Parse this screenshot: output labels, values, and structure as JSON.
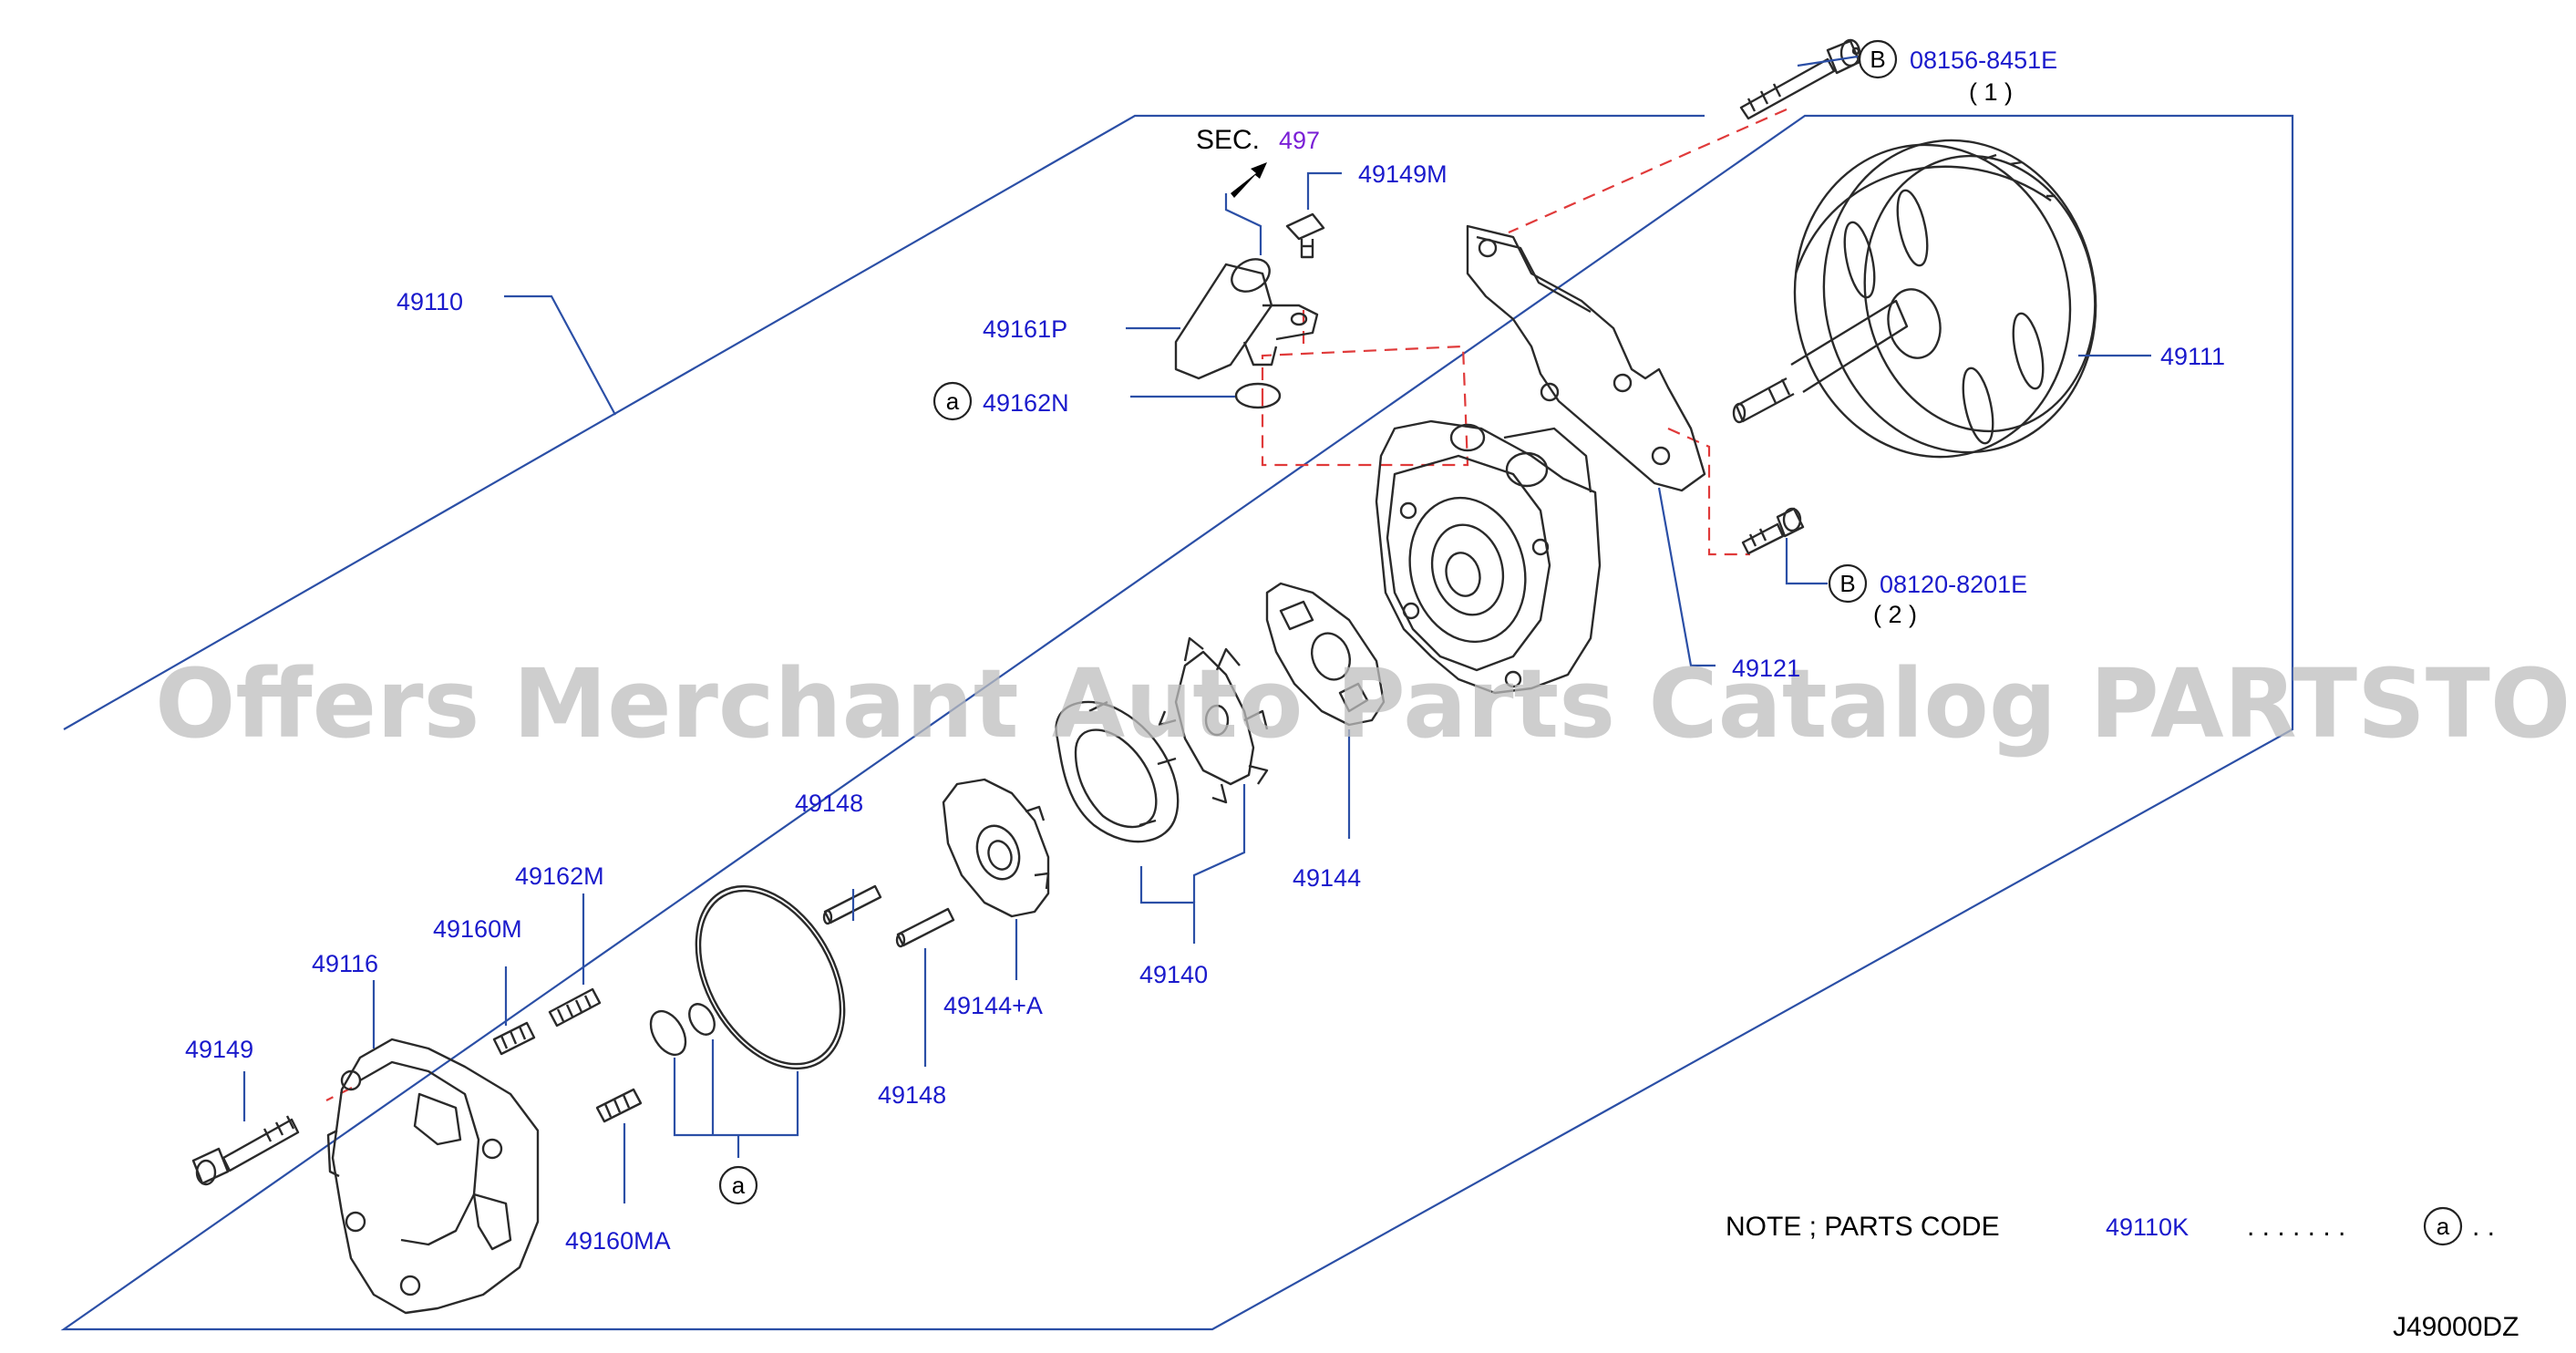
{
  "sec_label": "SEC.",
  "sec_number": "497",
  "labels": {
    "p49110": "49110",
    "p49161P": "49161P",
    "p49162N": "49162N",
    "p49149M": "49149M",
    "p49111": "49111",
    "p49121": "49121",
    "p49144": "49144",
    "p49148_top": "49148",
    "p49148_bottom": "49148",
    "p49140": "49140",
    "p49144A": "49144+A",
    "p49162M": "49162M",
    "p49160M": "49160M",
    "p49116": "49116",
    "p49149": "49149",
    "p49160MA": "49160MA"
  },
  "bolts": [
    {
      "marker": "B",
      "code": "08156-8451E",
      "qty": "( 1 )"
    },
    {
      "marker": "B",
      "code": "08120-8201E",
      "qty": "( 2 )"
    }
  ],
  "marker_a": "a",
  "note": {
    "prefix": "NOTE ; PARTS CODE",
    "code": "49110K",
    "dots": ". . . . . . .",
    "marker": "a",
    "trailing": ". ."
  },
  "diagram_id": "J49000DZ",
  "watermark": "Offers Merchant Auto Parts Catalog PARTSTORE.SA",
  "colors": {
    "label": "#1a1acc",
    "leader": "#2b4fa6",
    "dashed": "#e03a3a",
    "sec_number": "#7a1fd6",
    "watermark": "#bdbdbd"
  }
}
